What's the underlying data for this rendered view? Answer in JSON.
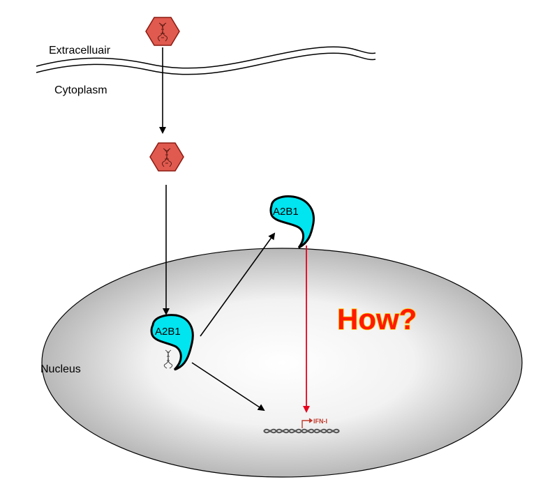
{
  "labels": {
    "extracellular": "Extracelluair",
    "cytoplasm": "Cytoplasm",
    "nucleus": "Nucleus",
    "how": "How?",
    "gene": "IFN-I"
  },
  "proteins": {
    "nuclear": "A2B1",
    "cytoplasmic": "A2B1"
  },
  "colors": {
    "dna_hexagon": "#e05a4f",
    "protein": "#00e5f0",
    "nucleus_gray": "#c4c4c4",
    "how_text": "#ff1a00",
    "how_outline": "#ffd000",
    "question_arrow": "#e8001c",
    "arrow": "#000000"
  },
  "icons": [
    "dna-hexagon-icon",
    "dna-helix-icon",
    "promoter-arrow-icon"
  ]
}
